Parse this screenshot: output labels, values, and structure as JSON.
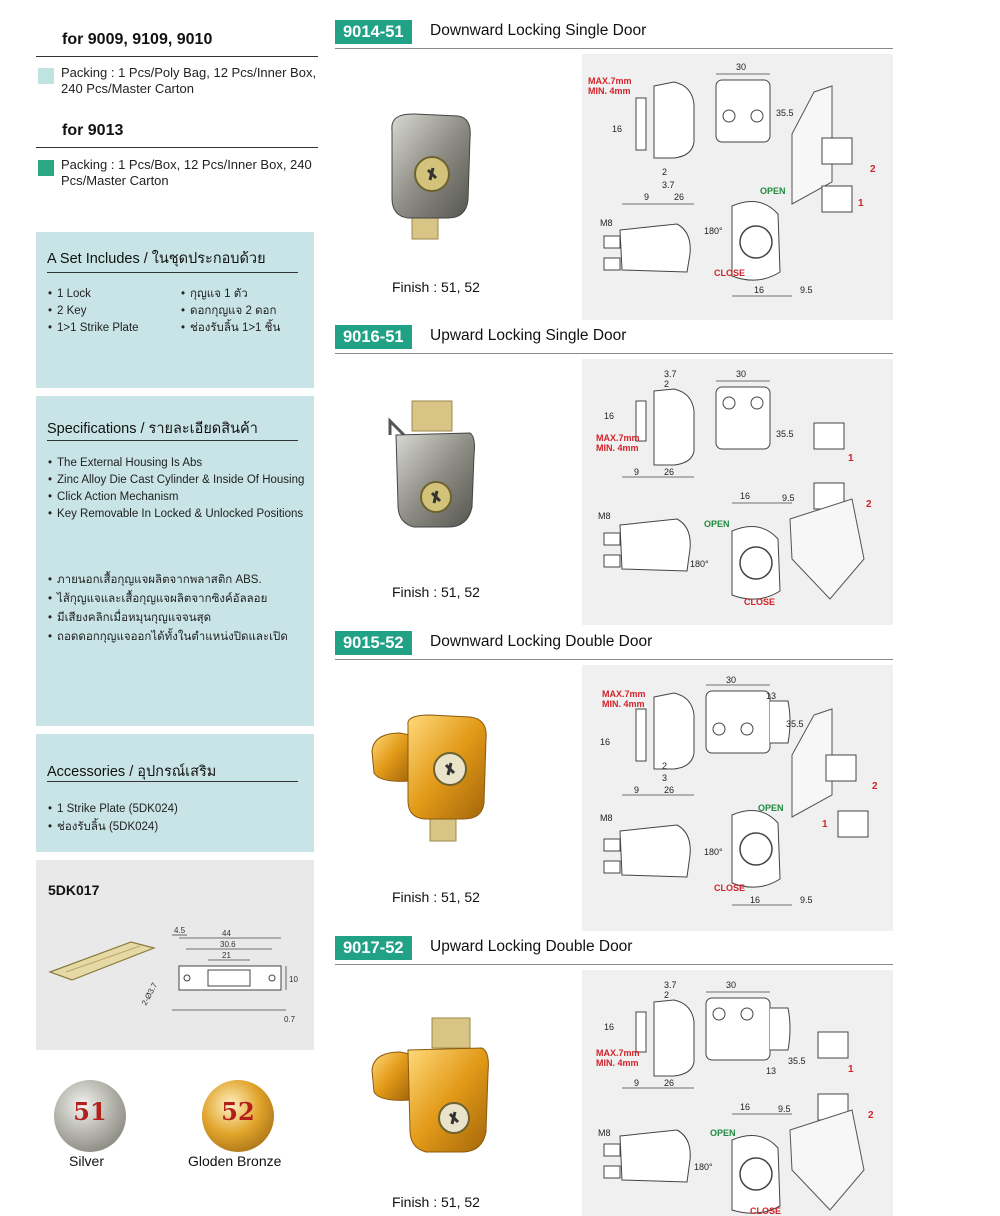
{
  "left": {
    "group1": {
      "title": "for 9009, 9109, 9010",
      "packing": "Packing : 1 Pcs/Poly Bag, 12 Pcs/Inner Box, 240 Pcs/Master Carton",
      "color": "#bfe3df"
    },
    "group2": {
      "title": "for 9013",
      "packing": "Packing : 1 Pcs/Box, 12 Pcs/Inner Box, 240 Pcs/Master Carton",
      "color": "#2aa882"
    },
    "set": {
      "title": "A Set Includes / ในชุดประกอบด้วย",
      "en": [
        "1 Lock",
        "2 Key",
        "1>1 Strike Plate"
      ],
      "th": [
        "กุญแจ 1 ตัว",
        "ดอกกุญแจ 2 ดอก",
        "ช่องรับลิ้น 1>1 ชิ้น"
      ]
    },
    "specs": {
      "title": "Specifications / รายละเอียดสินค้า",
      "en": [
        "The External Housing Is Abs",
        "Zinc Alloy Die Cast Cylinder & Inside Of Housing",
        "Click Action Mechanism",
        "Key Removable In Locked & Unlocked Positions"
      ],
      "th": [
        "ภายนอกเสื้อกุญแจผลิตจากพลาสติก ABS.",
        "ไส้กุญแจและเสื้อกุญแจผลิตจากซิงค์อัลลอย",
        "มีเสียงคลิกเมื่อหมุนกุญแจจนสุด",
        "ถอดดอกกุญแจออกได้ทั้งในตำแหน่งปิดและเปิด"
      ]
    },
    "accessories": {
      "title": "Accessories  / อุปกรณ์เสริม",
      "items": [
        "1 Strike Plate (5DK024)",
        "ช่องรับลิ้น (5DK024)"
      ]
    },
    "strike": {
      "code": "5DK017",
      "dims": [
        "4.5",
        "44",
        "30.6",
        "21",
        "10",
        "2-Ø3.7",
        "0.7"
      ]
    },
    "finishes": [
      {
        "num": "51",
        "label": "Silver"
      },
      {
        "num": "52",
        "label": "Gloden Bronze"
      }
    ]
  },
  "products": [
    {
      "code": "9014-51",
      "title": "Downward Locking Single Door",
      "finish": "Finish : 51, 52",
      "dims": [
        "MAX.7mm",
        "MIN. 4mm",
        "16",
        "2",
        "3.7",
        "9",
        "26",
        "30",
        "35.5",
        "M8",
        "OPEN",
        "180°",
        "CLOSE",
        "16",
        "9.5",
        "2",
        "1"
      ]
    },
    {
      "code": "9016-51",
      "title": "Upward Locking Single Door",
      "finish": "Finish : 51, 52",
      "dims": [
        "3.7",
        "2",
        "16",
        "MAX.7mm",
        "MIN. 4mm",
        "9",
        "26",
        "30",
        "35.5",
        "16",
        "9.5",
        "M8",
        "OPEN",
        "180°",
        "CLOSE",
        "1",
        "2"
      ]
    },
    {
      "code": "9015-52",
      "title": "Downward Locking Double Door",
      "finish": "Finish : 51, 52",
      "dims": [
        "MAX.7mm",
        "MIN. 4mm",
        "16",
        "2",
        "3",
        "9",
        "26",
        "30",
        "13",
        "35.5",
        "M8",
        "OPEN",
        "180°",
        "CLOSE",
        "16",
        "9.5",
        "2",
        "1"
      ]
    },
    {
      "code": "9017-52",
      "title": "Upward Locking Double Door",
      "finish": "Finish : 51, 52",
      "dims": [
        "3.7",
        "2",
        "16",
        "MAX.7mm",
        "MIN. 4mm",
        "9",
        "26",
        "30",
        "13",
        "35.5",
        "16",
        "9.5",
        "M8",
        "OPEN",
        "180°",
        "CLOSE",
        "1",
        "2"
      ]
    }
  ],
  "colors": {
    "accent": "#21a186",
    "panel": "#c9e4e6",
    "silver": "#8b8b82",
    "bronze": "#d99a1a",
    "dim_red": "#d2232a",
    "open_green": "#1d8a3e"
  }
}
